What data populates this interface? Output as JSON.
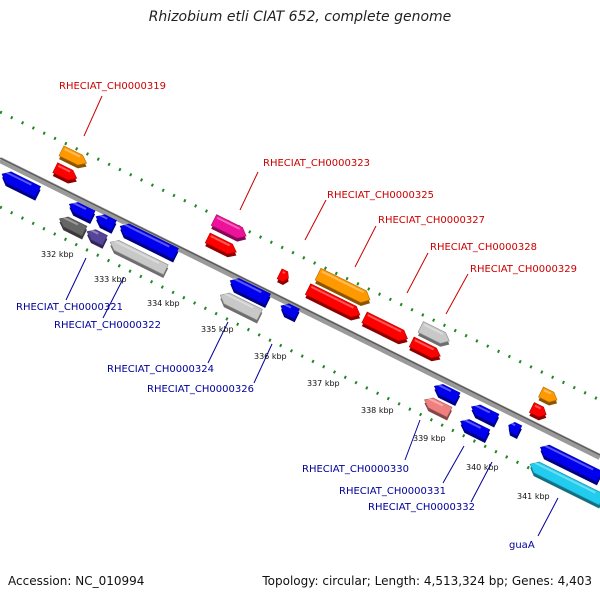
{
  "title": "Rhizobium etli CIAT 652, complete genome",
  "footer": {
    "accession": "Accession: NC_010994",
    "stats": "Topology: circular; Length: 4,513,324 bp; Genes: 4,403"
  },
  "kbp_ticks": [
    "332 kbp",
    "333 kbp",
    "334 kbp",
    "335 kbp",
    "336 kbp",
    "337 kbp",
    "338 kbp",
    "339 kbp",
    "340 kbp",
    "341 kbp"
  ],
  "labels_forward": [
    "RHECIAT_CH0000319",
    "RHECIAT_CH0000323",
    "RHECIAT_CH0000325",
    "RHECIAT_CH0000327",
    "RHECIAT_CH0000328",
    "RHECIAT_CH0000329"
  ],
  "labels_reverse": [
    "RHECIAT_CH0000321",
    "RHECIAT_CH0000322",
    "RHECIAT_CH0000324",
    "RHECIAT_CH0000326",
    "RHECIAT_CH0000330",
    "RHECIAT_CH0000331",
    "RHECIAT_CH0000332",
    "guaA"
  ],
  "colors": {
    "forward_gene": "#ff0000",
    "reverse_gene": "#0000ee",
    "orange": "#ff9900",
    "magenta": "#ee1199",
    "grey": "#c8c8c8",
    "dark_grey": "#666666",
    "purple": "#554499",
    "pink": "#f08080",
    "cyan": "#22ccee",
    "backbone": "#888888",
    "dots": "#228822"
  }
}
